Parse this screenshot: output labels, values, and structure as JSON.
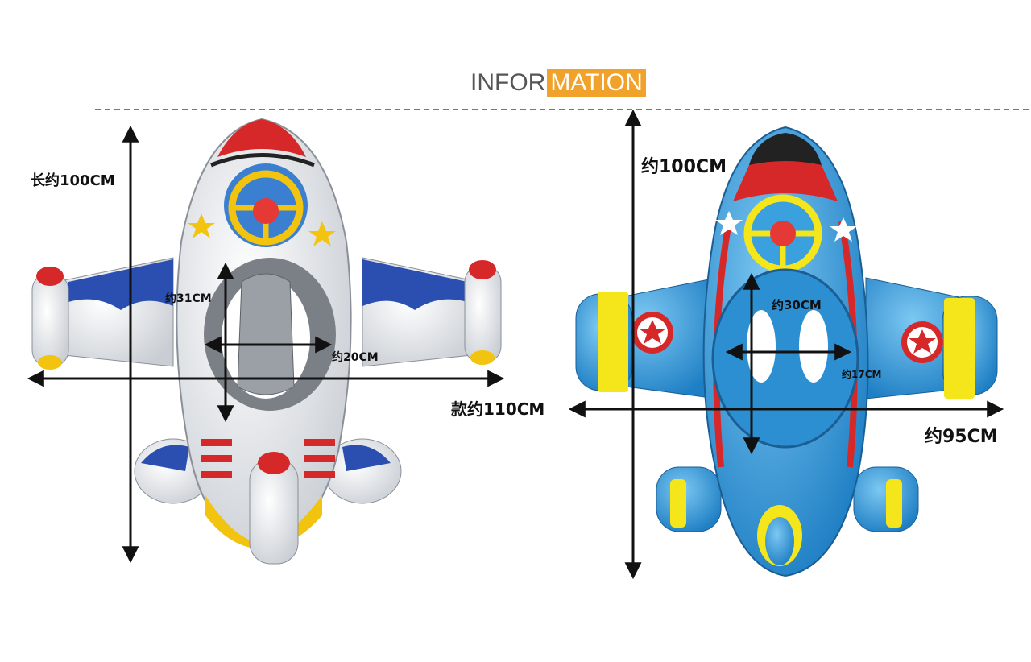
{
  "header": {
    "title_part1": "INFOR",
    "title_part2": "MATION",
    "accent": "#f0a22b"
  },
  "left_float": {
    "icon": "rocket-float-icon",
    "body_color": "#e9ecef",
    "length_label": "长约100CM",
    "width_label": "款约110CM",
    "seat_height_label": "约31CM",
    "seat_width_label": "约20CM"
  },
  "right_float": {
    "icon": "airplane-float-icon",
    "body_color": "#3aa0de",
    "length_label": "约100CM",
    "width_label": "约95CM",
    "seat_height_label": "约30CM",
    "seat_width_label": "约17CM"
  }
}
